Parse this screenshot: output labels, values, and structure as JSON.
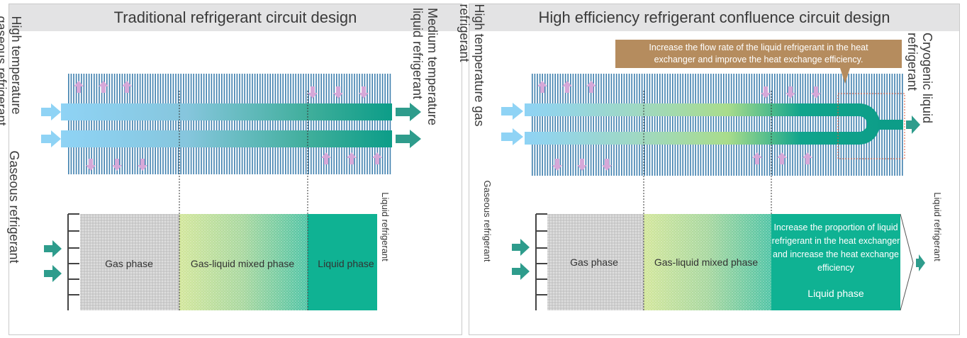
{
  "left_panel": {
    "title": "Traditional refrigerant circuit design",
    "inlet_label": [
      "High temperature",
      "gaseous refrigerant"
    ],
    "outlet_label": [
      "Medium temperature",
      "liquid refrigerant"
    ],
    "bottom_inlet_label": "Gaseous refrigerant",
    "bottom_outlet_label": "Liquid refrigerant",
    "phases": {
      "gas": "Gas phase",
      "mixed": "Gas-liquid mixed phase",
      "liquid": "Liquid phase"
    }
  },
  "right_panel": {
    "title": "High efficiency refrigerant confluence circuit design",
    "callout": [
      "Increase the flow rate of the liquid refrigerant in the heat",
      "exchanger and improve the heat exchange efficiency."
    ],
    "inlet_label": [
      "High temperature gas",
      "refrigerant"
    ],
    "outlet_label": [
      "Cryogenic liquid",
      "refrigerant"
    ],
    "bottom_inlet_label": "Gaseous refrigerant",
    "bottom_outlet_label": "Liquid refrigerant",
    "phases": {
      "gas": "Gas phase",
      "mixed": "Gas-liquid mixed phase",
      "liquid": "Liquid phase"
    },
    "liquid_note": [
      "Increase the proportion of liquid",
      "refrigerant in the heat exchanger",
      "and increase the heat exchange",
      "efficiency"
    ]
  },
  "colors": {
    "fin": "#3e7fae",
    "tube_start": "#8fd3f5",
    "tube_mid": "#a9dc8c",
    "tube_end": "#0c9d88",
    "arrow": "#2e9c8c",
    "inlet_arrow": "#8fd3f5",
    "up_down_arrow": "#d6a8d8",
    "gas_fill": "#cfcfcf",
    "liquid_fill": "#0fb293",
    "callout_bg": "#b58c5e",
    "title_bg": "#e3e3e4"
  }
}
